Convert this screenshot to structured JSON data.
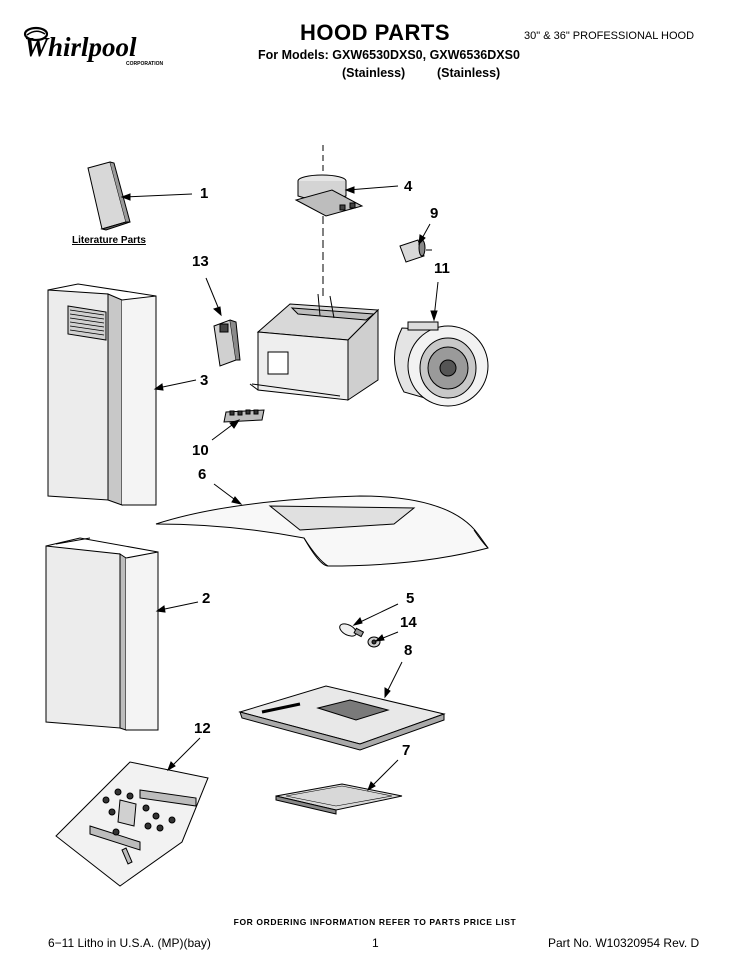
{
  "header": {
    "brand": "Whirlpool",
    "brand_sub": "CORPORATION",
    "title": "HOOD PARTS",
    "models_line": "For Models: GXW6530DXS0, GXW6536DXS0",
    "material_1": "(Stainless)",
    "material_2": "(Stainless)",
    "hood_size": "30\" & 36\" PROFESSIONAL HOOD"
  },
  "literature_label": "Literature Parts",
  "callouts": [
    "1",
    "2",
    "3",
    "4",
    "5",
    "6",
    "7",
    "8",
    "9",
    "10",
    "11",
    "12",
    "13",
    "14"
  ],
  "footer": {
    "ordering": "FOR ORDERING INFORMATION REFER TO PARTS PRICE LIST",
    "litho": "6−11 Litho in U.S.A. (MP)(bay)",
    "page": "1",
    "part_no": "Part No. W10320954 Rev. D"
  }
}
